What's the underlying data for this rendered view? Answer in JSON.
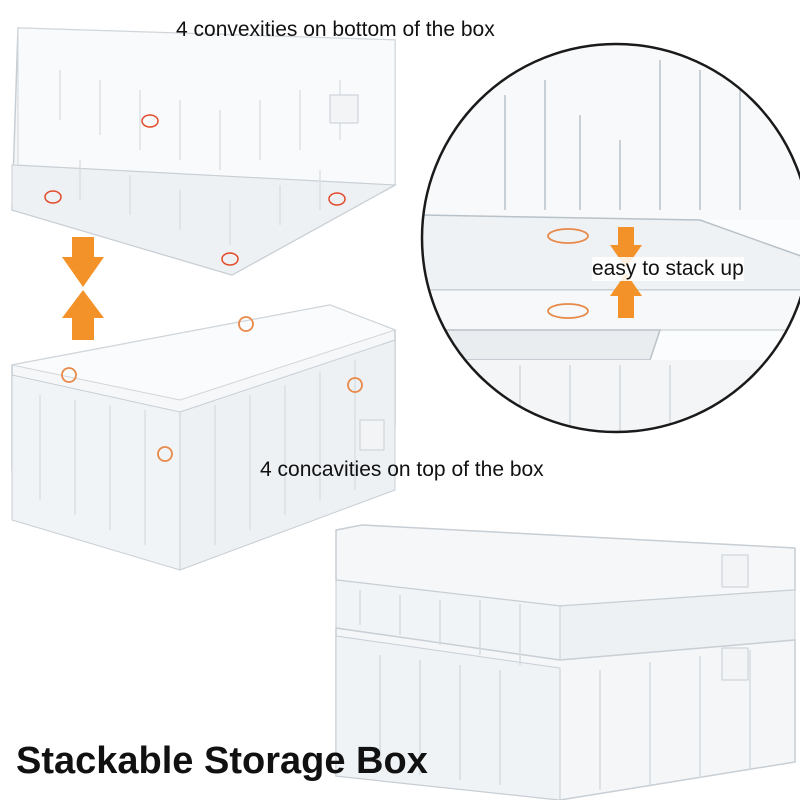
{
  "captions": {
    "top": "4 convexities on bottom of the box",
    "middle": "4 concavities on top of the box",
    "zoom": "easy to stack up",
    "title": "Stackable Storage Box"
  },
  "colors": {
    "arrow": "#f4922a",
    "marker": "#e24a2b",
    "plastic_edge": "#cfd6dc",
    "background": "#ffffff"
  }
}
